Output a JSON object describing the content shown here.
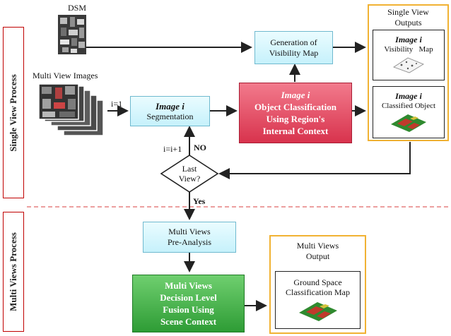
{
  "sections": {
    "single_view_label": "Single View Process",
    "multi_views_label": "Multi Views Process"
  },
  "inputs": {
    "dsm_label": "DSM",
    "multi_view_label": "Multi View Images"
  },
  "nodes": {
    "visibility_gen": {
      "line1": "Generation of",
      "line2": "Visibility Map"
    },
    "segmentation": {
      "line1": "Image i",
      "line2": "Segmentation"
    },
    "classification": {
      "line1": "Image i",
      "line2": "Object Classification",
      "line3": "Using Region's",
      "line4": "Internal Context"
    },
    "decision": {
      "line1": "Last",
      "line2": "View?"
    },
    "pre_analysis": {
      "line1": "Multi Views",
      "line2": "Pre-Analysis"
    },
    "fusion": {
      "line1": "Multi Views",
      "line2": "Decision Level",
      "line3": "Fusion Using",
      "line4": "Scene Context"
    }
  },
  "outputs": {
    "single_title_1": "Single View",
    "single_title_2": "Outputs",
    "vis_map_title": "Image i",
    "vis_map_label": "Visibility   Map",
    "classified_title": "Image i",
    "classified_label": "Classified Object",
    "multi_title_1": "Multi Views",
    "multi_title_2": "Output",
    "ground_line1": "Ground Space",
    "ground_line2": "Classification Map"
  },
  "edge_labels": {
    "i_init": "i=1",
    "i_incr": "i=i+1",
    "no": "NO",
    "yes": "Yes"
  },
  "colors": {
    "flat_box_fill": "#c6f1fb",
    "classification_fill": "#d8334d",
    "fusion_fill": "#2e9c35",
    "output_frame": "#f1b233",
    "section_divider": "#e06666",
    "arrow": "#222222"
  }
}
